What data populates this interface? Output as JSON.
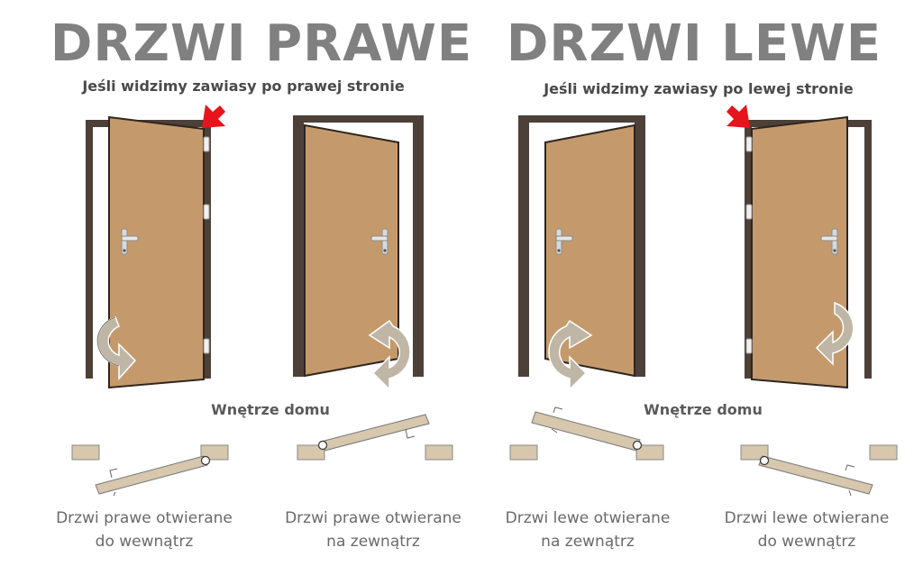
{
  "left_section": {
    "title": "DRZWI PRAWE",
    "subtitle": "Jeśli widzimy zawiasy po prawej stronie",
    "inside_label": "Wnętrze domu",
    "captions": [
      {
        "line1": "Drzwi prawe otwierane",
        "line2": "do wewnątrz"
      },
      {
        "line1": "Drzwi prawe otwierane",
        "line2": "na zewnątrz"
      }
    ]
  },
  "right_section": {
    "title": "DRZWI LEWE",
    "subtitle": "Jeśli widzimy zawiasy po lewej stronie",
    "inside_label": "Wnętrze domu",
    "captions": [
      {
        "line1": "Drzwi lewe otwierane",
        "line2": "na zewnątrz"
      },
      {
        "line1": "Drzwi lewe otwierane",
        "line2": "do wewnątrz"
      }
    ]
  },
  "colors": {
    "title": "#808080",
    "door": "#c49a6c",
    "frame": "#4d4038",
    "arrow": "#bfb6a6",
    "hinge_marker": "#e8141b",
    "wall_block": "#d6c7ad"
  },
  "icons": [
    "door-icon",
    "door-handle-icon",
    "hinge-icon",
    "curved-arrow-icon",
    "red-arrow-icon",
    "wall-block-icon",
    "hinge-pivot-icon"
  ]
}
